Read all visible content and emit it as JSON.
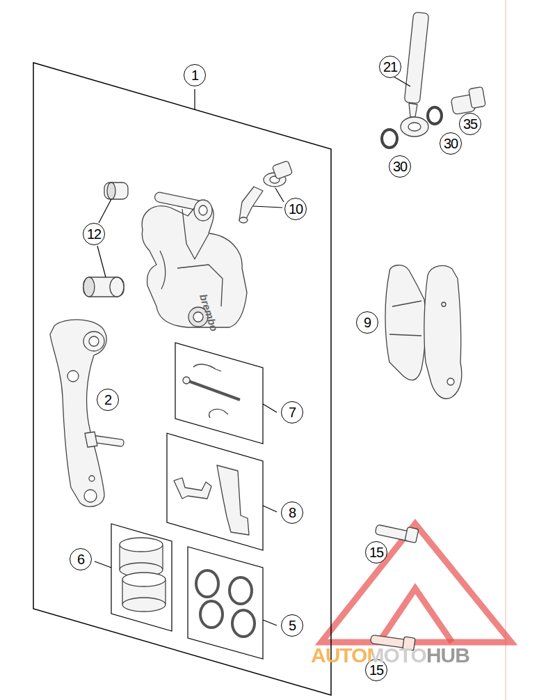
{
  "diagram": {
    "nodes": [
      {
        "text": [
          "21"
        ]
      },
      {
        "text": [
          "1"
        ]
      },
      {
        "text": [
          "35"
        ]
      },
      {
        "text": [
          "30"
        ]
      },
      {
        "text": [
          "30"
        ]
      },
      {
        "text": [
          "10"
        ]
      },
      {
        "text": [
          "12"
        ]
      },
      {
        "text": [
          "9"
        ]
      },
      {
        "text": [
          "2"
        ]
      },
      {
        "text": [
          "7"
        ]
      },
      {
        "text": [
          "8"
        ]
      },
      {
        "text": [
          "6"
        ]
      },
      {
        "text": [
          "15"
        ]
      },
      {
        "text": [
          "5"
        ]
      },
      {
        "text": [
          "15"
        ]
      }
    ],
    "labels": [
      "brembo",
      "AUTOMOTOHUB"
    ]
  }
}
